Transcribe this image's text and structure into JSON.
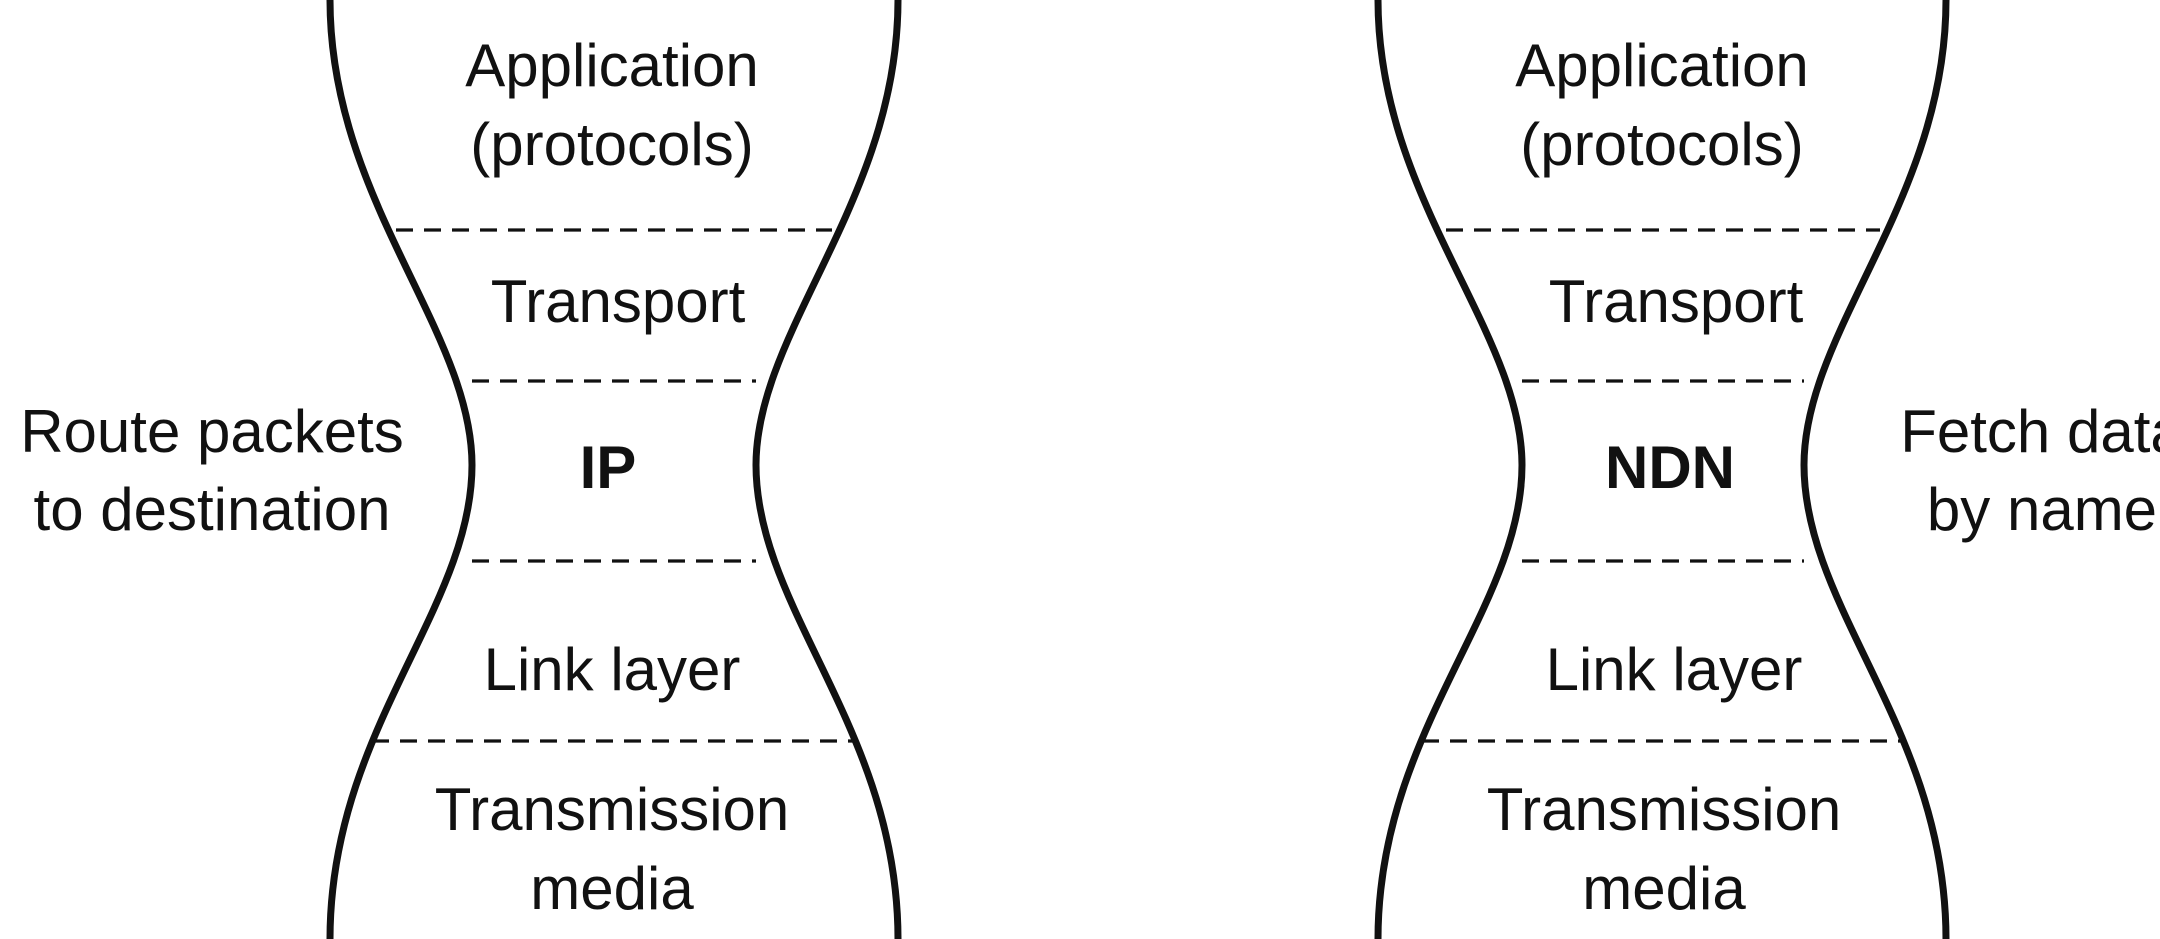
{
  "left_stack": {
    "layers": {
      "application_line1": "Application",
      "application_line2": "(protocols)",
      "transport": "Transport",
      "waist": "IP",
      "link": "Link layer",
      "transmission_line1": "Transmission",
      "transmission_line2": "media"
    },
    "side_note_line1": "Route packets",
    "side_note_line2": "to destination"
  },
  "right_stack": {
    "layers": {
      "application_line1": "Application",
      "application_line2": "(protocols)",
      "transport": "Transport",
      "waist": "NDN",
      "link": "Link layer",
      "transmission_line1": "Transmission",
      "transmission_line2": "media"
    },
    "side_note_line1": "Fetch data",
    "side_note_line2": "by name"
  }
}
